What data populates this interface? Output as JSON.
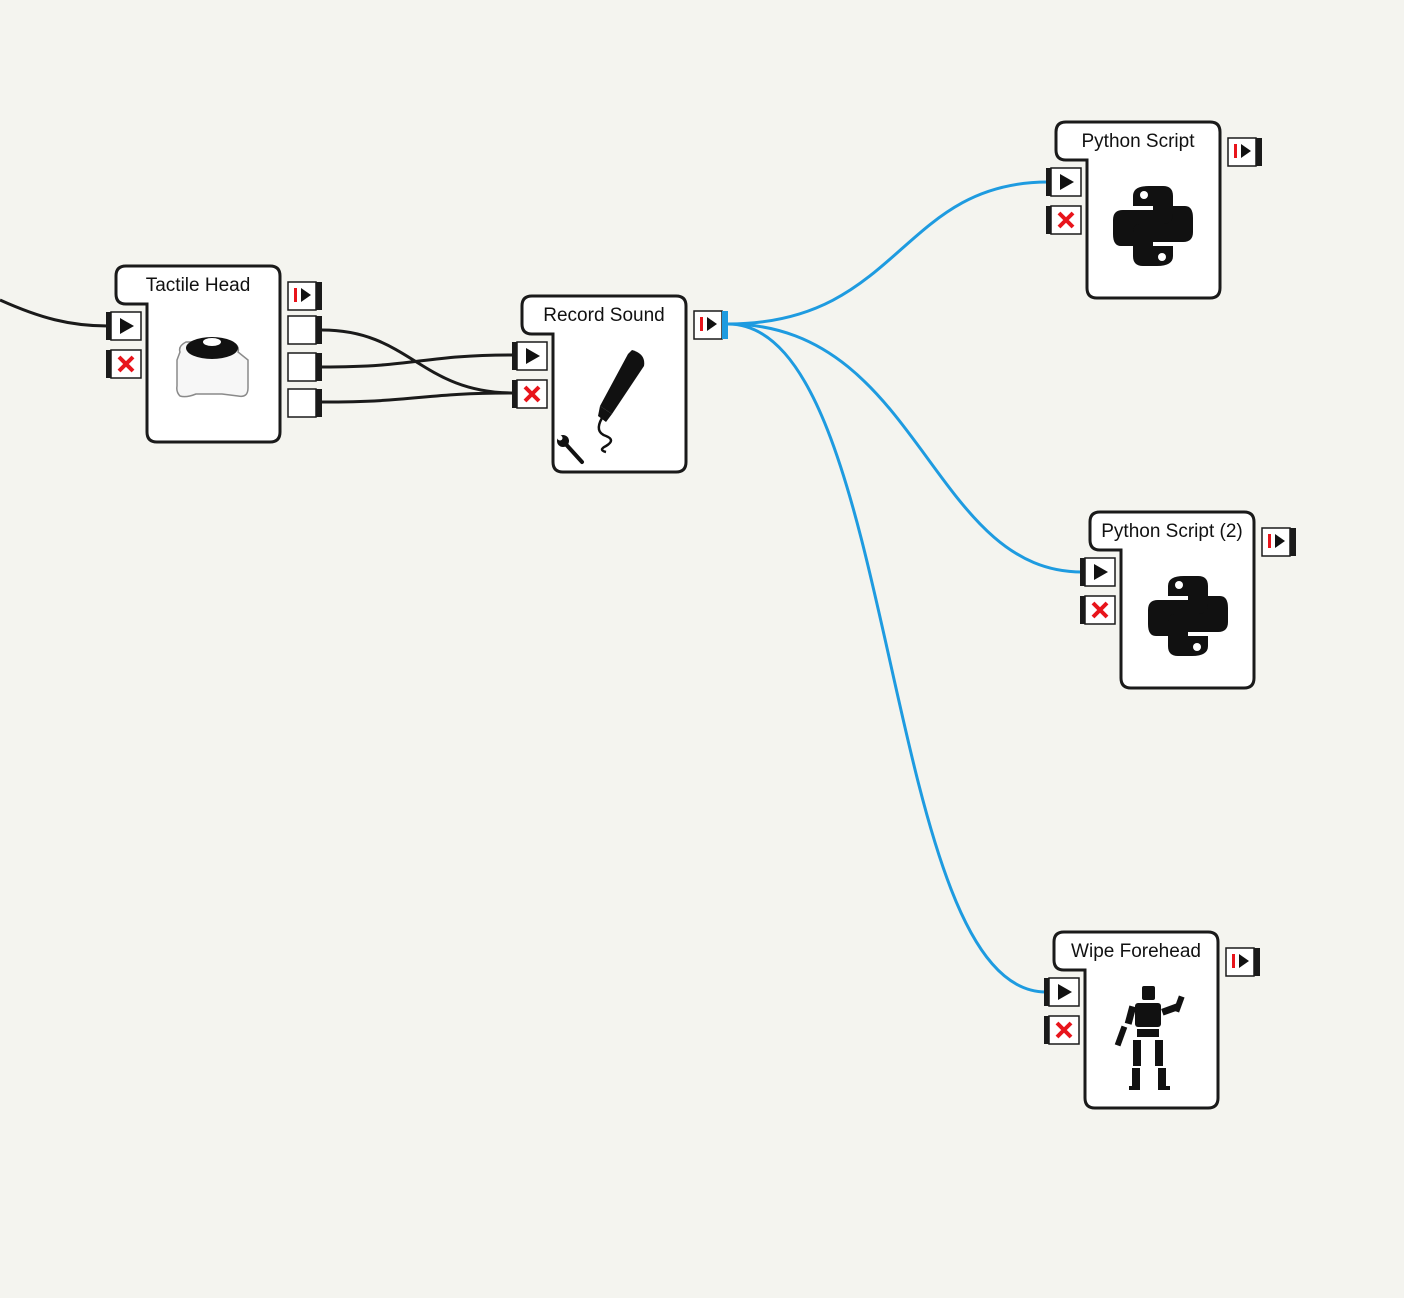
{
  "boxes": {
    "tactile_head": {
      "title": "Tactile Head",
      "icon": "tactile-head-icon"
    },
    "record_sound": {
      "title": "Record Sound",
      "icon": "microphone-icon"
    },
    "python_script": {
      "title": "Python Script",
      "icon": "python-icon"
    },
    "python_script_2": {
      "title": "Python Script (2)",
      "icon": "python-icon"
    },
    "wipe_forehead": {
      "title": "Wipe Forehead",
      "icon": "robot-icon"
    }
  },
  "colors": {
    "background": "#f4f4ef",
    "wire": "#1a1a1a",
    "active_wire": "#1e9be0",
    "stop_mark": "#e8141b",
    "done_mark": "#e8141b"
  }
}
